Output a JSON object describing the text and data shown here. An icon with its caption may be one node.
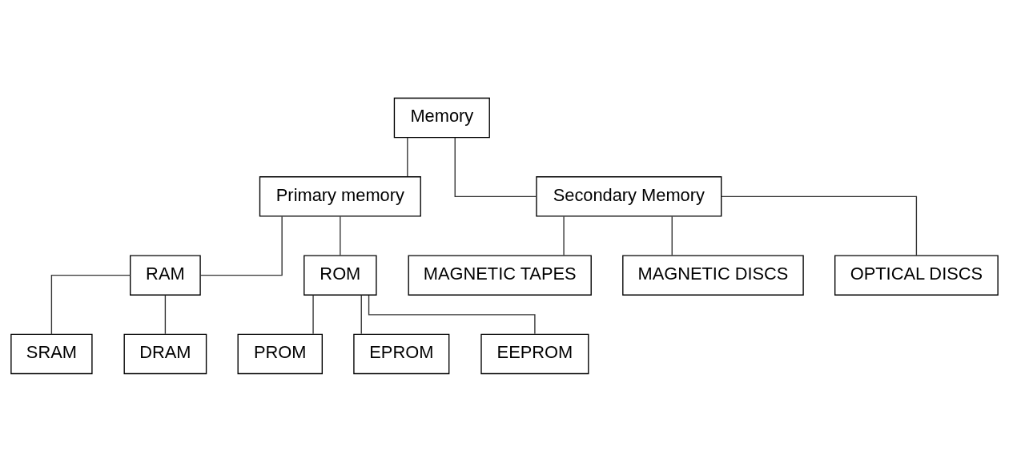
{
  "diagram": {
    "nodes": [
      {
        "text": [
          "Memory"
        ]
      },
      {
        "text": [
          "Primary memory"
        ]
      },
      {
        "text": [
          "Secondary Memory"
        ]
      },
      {
        "text": [
          "RAM"
        ]
      },
      {
        "text": [
          "ROM"
        ]
      },
      {
        "text": [
          "MAGNETIC TAPES"
        ]
      },
      {
        "text": [
          "MAGNETIC DISCS"
        ]
      },
      {
        "text": [
          "OPTICAL DISCS"
        ]
      },
      {
        "text": [
          "SRAM"
        ]
      },
      {
        "text": [
          "DRAM"
        ]
      },
      {
        "text": [
          "PROM"
        ]
      },
      {
        "text": [
          "EPROM"
        ]
      },
      {
        "text": [
          "EEPROM"
        ]
      }
    ],
    "edges": [
      {
        "from": 0,
        "to": 1,
        "arrow": "none"
      },
      {
        "from": 0,
        "to": 2,
        "arrow": "none"
      },
      {
        "from": 1,
        "to": 3,
        "arrow": "none"
      },
      {
        "from": 1,
        "to": 4,
        "arrow": "none"
      },
      {
        "from": 2,
        "to": 5,
        "arrow": "none"
      },
      {
        "from": 2,
        "to": 6,
        "arrow": "none"
      },
      {
        "from": 2,
        "to": 7,
        "arrow": "none"
      },
      {
        "from": 3,
        "to": 8,
        "arrow": "none"
      },
      {
        "from": 3,
        "to": 9,
        "arrow": "none"
      },
      {
        "from": 4,
        "to": 10,
        "arrow": "none"
      },
      {
        "from": 4,
        "to": 11,
        "arrow": "none"
      },
      {
        "from": 4,
        "to": 12,
        "arrow": "none"
      }
    ]
  }
}
